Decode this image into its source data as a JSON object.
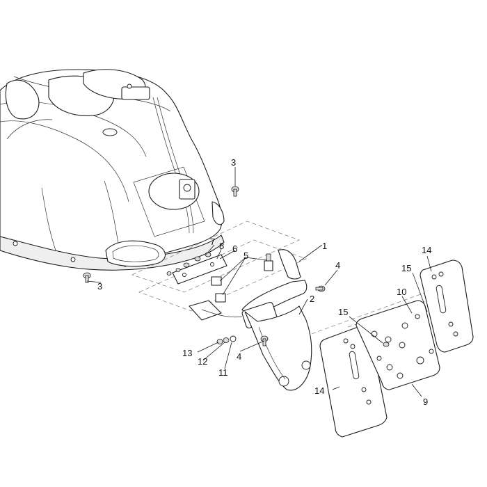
{
  "callouts": {
    "c1": "1",
    "c2": "2",
    "c3a": "3",
    "c3b": "3",
    "c4a": "4",
    "c4b": "4",
    "c5": "5",
    "c6": "6",
    "c7": "7",
    "c8": "8",
    "c9": "9",
    "c10": "10",
    "c11": "11",
    "c12": "12",
    "c13": "13",
    "c14a": "14",
    "c14b": "14",
    "c15a": "15",
    "c15b": "15"
  }
}
